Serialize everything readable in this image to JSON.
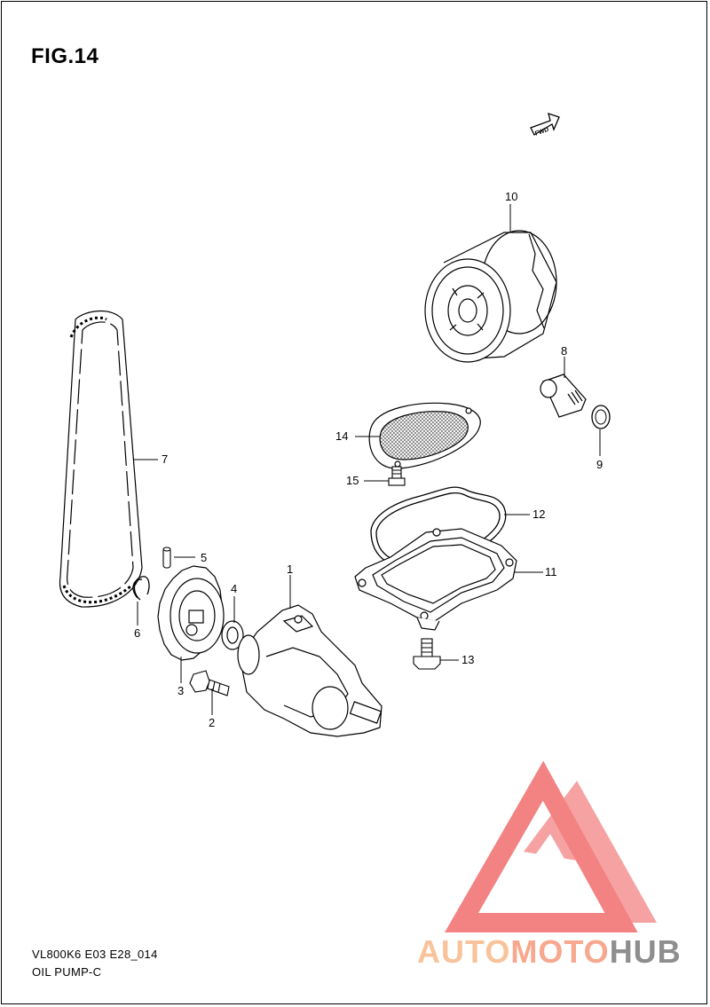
{
  "figure": {
    "title": "FIG.14",
    "fwd_label": "FWD"
  },
  "footer": {
    "code": "VL800K6 E03 E28_014",
    "name": "OIL PUMP-C"
  },
  "watermark": {
    "part1": "AUTO",
    "part2": "MOTO",
    "part3": "HUB"
  },
  "callouts": {
    "c1": "1",
    "c2": "2",
    "c3": "3",
    "c4": "4",
    "c5": "5",
    "c6": "6",
    "c7": "7",
    "c8": "8",
    "c9": "9",
    "c10": "10",
    "c11": "11",
    "c12": "12",
    "c13": "13",
    "c14": "14",
    "c15": "15"
  },
  "colors": {
    "line": "#000000",
    "watermark_red": "#f26d6d",
    "watermark_gray": "#8e8e8e"
  }
}
